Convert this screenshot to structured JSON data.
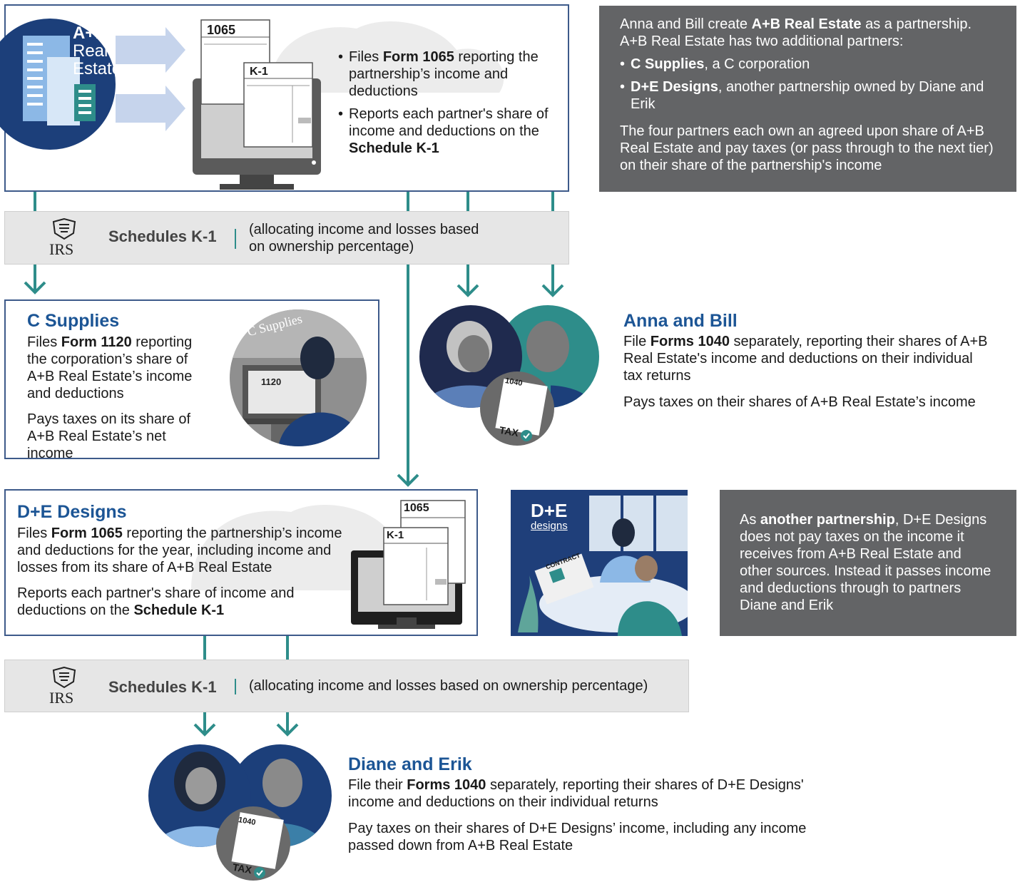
{
  "ab": {
    "logo_line1": "A+B",
    "logo_line2": "Real",
    "logo_line3": "Estate",
    "form_1065": "1065",
    "form_k1": "K-1",
    "b1_pre": "Files ",
    "b1_bold": "Form 1065",
    "b1_post": " reporting the partnership’s income and deductions",
    "b2_pre": "Reports each partner's share of income and deductions on the ",
    "b2_bold": "Schedule K-1"
  },
  "intro": {
    "l1_pre": "Anna and Bill create ",
    "l1_bold": "A+B Real Estate",
    "l1_post": " as a partnership. A+B Real Estate has two additional partners:",
    "p1_bold": "C Supplies",
    "p1_post": ", a C corporation",
    "p2_bold": "D+E Designs",
    "p2_post": ", another partnership owned by Diane and Erik",
    "closing": "The four partners each own an agreed upon share of A+B Real Estate and pay taxes (or pass through to the next tier) on their share of the partnership's income"
  },
  "band1": {
    "irs": "IRS",
    "label": "Schedules K-1",
    "note": "(allocating income and losses based on ownership percentage)"
  },
  "c_supplies": {
    "title": "C Supplies",
    "p1_pre": "Files ",
    "p1_bold": "Form 1120",
    "p1_post": " reporting the corporation’s share of A+B Real Estate’s income and deductions",
    "p2": "Pays taxes on its share of A+B Real Estate’s net income",
    "sign": "C Supplies",
    "screen_form": "1120"
  },
  "anna_bill": {
    "title": "Anna and Bill",
    "p1_pre": "File ",
    "p1_bold": "Forms 1040",
    "p1_post": " separately, reporting their shares of A+B Real Estate's income and deductions on their individual tax returns",
    "p2": "Pays taxes on their shares of A+B Real Estate’s income",
    "form": "1040",
    "tax": "TAX"
  },
  "de": {
    "title": "D+E Designs",
    "p1_pre": "Files ",
    "p1_bold": "Form 1065",
    "p1_post": " reporting the partnership’s income and deductions for the year, including income and losses from its share of A+B Real Estate",
    "p2_pre": "Reports each partner's share of income and deductions on the ",
    "p2_bold": "Schedule K-1",
    "form_1065": "1065",
    "form_k1": "K-1",
    "logo_line1": "D+E",
    "logo_line2": "designs",
    "contract": "CONTRACT"
  },
  "de_note": {
    "pre": "As ",
    "bold": "another partnership",
    "post": ", D+E Designs does not pay taxes on the income it receives from A+B Real Estate and other sources. Instead it passes income and deductions through to partners Diane and Erik"
  },
  "band2": {
    "irs": "IRS",
    "label": "Schedules K-1",
    "note": "(allocating income and losses based on ownership percentage)"
  },
  "diane_erik": {
    "title": "Diane and Erik",
    "p1_pre": "File their ",
    "p1_bold": "Forms 1040",
    "p1_post": " separately, reporting their shares of D+E Designs' income and deductions on their individual returns",
    "p2": "Pay taxes on their shares of D+E Designs’ income, including any income passed down from A+B Real Estate",
    "form": "1040",
    "tax": "TAX"
  },
  "colors": {
    "navy": "#1c3f7a",
    "teal": "#2e8d8a",
    "title_blue": "#1c5595",
    "gray_box": "#636466"
  }
}
